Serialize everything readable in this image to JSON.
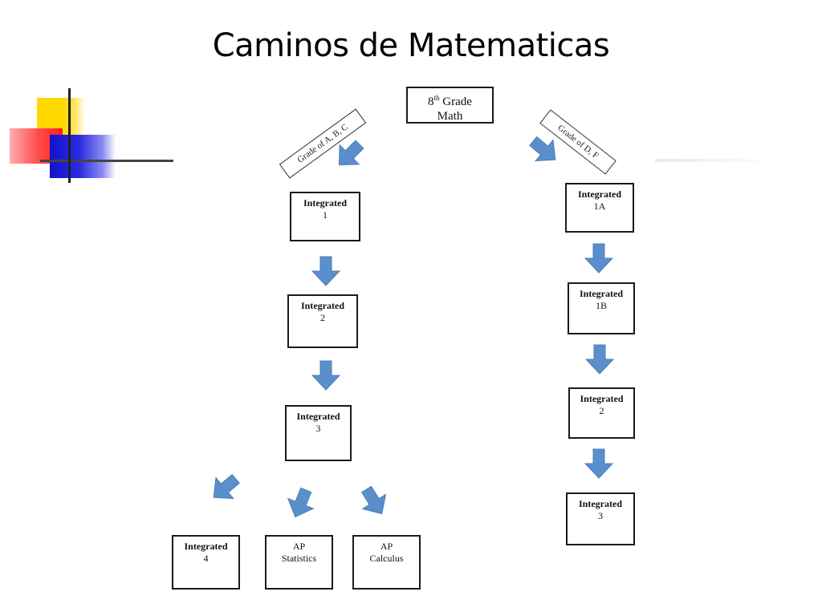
{
  "title": "Caminos de Matematicas",
  "colors": {
    "arrow": "#5b8fcb",
    "box_border": "#1a1a1a"
  },
  "top_node": {
    "line1_main": "8",
    "line1_sup": "th",
    "line1_rest": " Grade",
    "line2": "Math"
  },
  "branch_labels": {
    "left": "Grade of A, B, C",
    "right": "Grade of D, F"
  },
  "left_path": [
    {
      "line1": "Integrated",
      "line2": "1"
    },
    {
      "line1": "Integrated",
      "line2": "2"
    },
    {
      "line1": "Integrated",
      "line2": "3"
    }
  ],
  "left_options": [
    {
      "line1": "Integrated",
      "line2": "4"
    },
    {
      "line1": "AP",
      "line2": "Statistics"
    },
    {
      "line1": "AP",
      "line2": "Calculus"
    }
  ],
  "right_path": [
    {
      "line1": "Integrated",
      "line2": "1A"
    },
    {
      "line1": "Integrated",
      "line2": "1B"
    },
    {
      "line1": "Integrated",
      "line2": "2"
    },
    {
      "line1": "Integrated",
      "line2": "3"
    }
  ]
}
